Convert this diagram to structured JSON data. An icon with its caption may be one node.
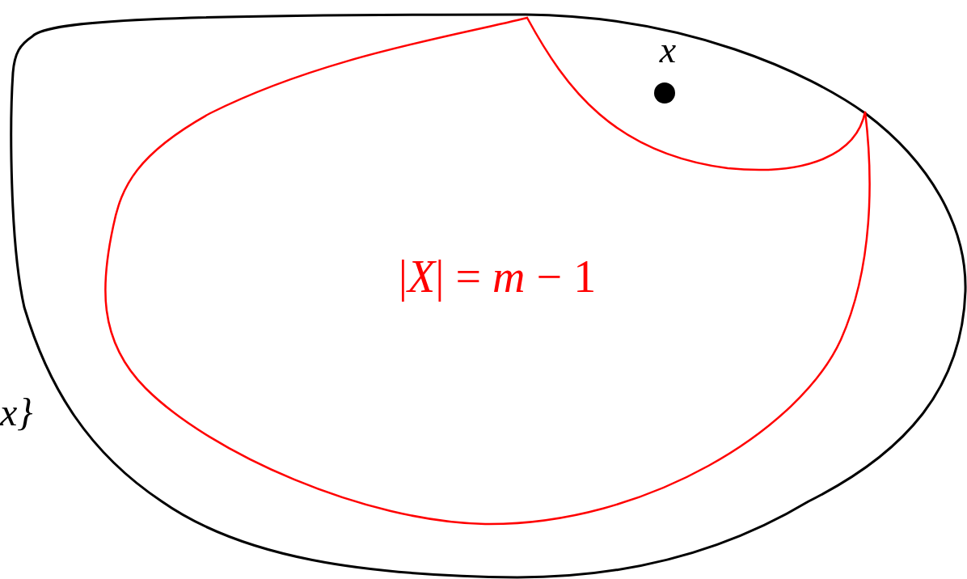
{
  "diagram": {
    "nodes": [
      {
        "text": [],
        "shape": "blob"
      },
      {
        "text": [
          "|*X*| = *m* − 1"
        ],
        "in": 0
      },
      {
        "text": [],
        "shape": "circle",
        "beside": [
          "x"
        ],
        "in": 0
      }
    ],
    "edges": [],
    "labels": [
      "x}"
    ]
  }
}
